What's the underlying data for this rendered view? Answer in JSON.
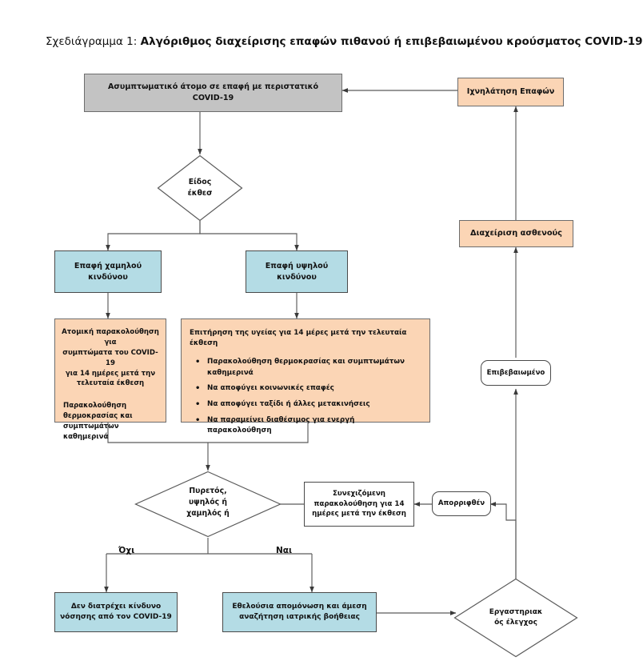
{
  "title": {
    "prefix": "Σχεδιάγραμμα 1:",
    "main": "Αλγόριθμος διαχείρισης επαφών πιθανού ή επιβεβαιωμένου κρούσματος COVID-19"
  },
  "colors": {
    "gray_fill": "#c3c3c3",
    "orange_fill": "#fbd5b5",
    "blue_fill": "#b4dce5",
    "white_fill": "#ffffff",
    "line": "#4a4a4a",
    "text": "#111111"
  },
  "nodes": {
    "start": {
      "line1": "Ασυμπτωματικό άτομο σε επαφή με περιστατικό",
      "line2": "COVID-19"
    },
    "contact_tracing": {
      "label": "Ιχνηλάτηση Επαφών"
    },
    "exposure_type": {
      "line1": "Είδος",
      "line2": "έκθεσ"
    },
    "low_risk": {
      "line1": "Επαφή χαμηλού",
      "line2": "κινδύνου"
    },
    "high_risk": {
      "line1": "Επαφή υψηλού",
      "line2": "κινδύνου"
    },
    "low_risk_actions": {
      "centered": [
        "Ατομική παρακολούθηση για",
        "συμπτώματα του COVID-19",
        "για 14 ημέρες μετά την",
        "τελευταία έκθεση"
      ],
      "left": [
        "Παρακολούθηση",
        "θερμοκρασίας και",
        "συμπτωμάτων καθημερινά"
      ]
    },
    "high_risk_actions": {
      "heading": "Επιτήρηση της υγείας για 14 μέρες μετά την τελευταία έκθεση",
      "bullets": [
        "Παρακολούθηση θερμοκρασίας και συμπτωμάτων καθημερινά",
        "Να αποφύγει κοινωνικές επαφές",
        "Να αποφύγει ταξίδι ή άλλες μετακινήσεις",
        "Να παραμείνει διαθέσιμος για ενεργή παρακολούθηση"
      ]
    },
    "fever_decision": {
      "line1": "Πυρετός,",
      "line2": "υψηλός ή",
      "line3": "χαμηλός ή"
    },
    "continued_monitoring": {
      "line1": "Συνεχιζόμενη",
      "line2": "παρακολούθηση για 14",
      "line3": "ημέρες μετά την έκθεση"
    },
    "rejected": {
      "label": "Απορριφθέν"
    },
    "confirmed": {
      "label": "Επιβεβαιωμένο"
    },
    "patient_management": {
      "label": "Διαχείριση ασθενούς"
    },
    "lab_test": {
      "line1": "Εργαστηριακ",
      "line2": "ός έλεγχος"
    },
    "no_risk": {
      "line1": "Δεν διατρέχει κίνδυνο",
      "line2": "νόσησης από τον COVID-19"
    },
    "self_isolation": {
      "line1": "Εθελούσια απομόνωση και άμεση",
      "line2": "αναζήτηση ιατρικής βοήθειας"
    }
  },
  "edge_labels": {
    "no": "Όχι",
    "yes": "Ναι"
  }
}
